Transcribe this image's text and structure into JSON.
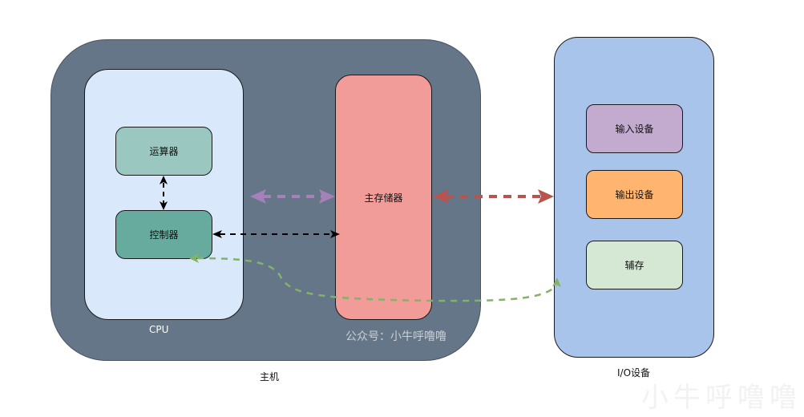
{
  "diagram": {
    "host": {
      "label": "主机",
      "color": "#647687"
    },
    "cpu": {
      "label": "CPU",
      "color": "#dae8fc"
    },
    "alu": {
      "label": "运算器",
      "color": "#9ac7bf"
    },
    "control_unit": {
      "label": "控制器",
      "color": "#67ab9f"
    },
    "main_memory": {
      "label": "主存储器",
      "color": "#f19c99"
    },
    "io": {
      "label": "I/O设备",
      "color": "#a9c4eb"
    },
    "input_device": {
      "label": "输入设备",
      "color": "#c3abd0"
    },
    "output_device": {
      "label": "输出设备",
      "color": "#ffb570"
    },
    "aux_storage": {
      "label": "辅存",
      "color": "#d5e8d4"
    },
    "watermark_inner": "公众号：小牛呼噜噜",
    "watermark_corner": "小牛呼噜噜",
    "connectors": [
      {
        "from": "alu",
        "to": "control_unit",
        "style": "dashed",
        "direction": "both",
        "color": "#000000"
      },
      {
        "from": "control_unit",
        "to": "main_memory",
        "style": "dashed",
        "direction": "both",
        "color": "#000000"
      },
      {
        "from": "cpu",
        "to": "main_memory",
        "style": "dashed",
        "direction": "both",
        "color": "#a680b8"
      },
      {
        "from": "main_memory",
        "to": "io",
        "style": "dashed",
        "direction": "both",
        "color": "#b85450"
      },
      {
        "from": "control_unit",
        "to": "io",
        "style": "dashed-curve",
        "direction": "both",
        "color": "#82b366"
      }
    ]
  }
}
